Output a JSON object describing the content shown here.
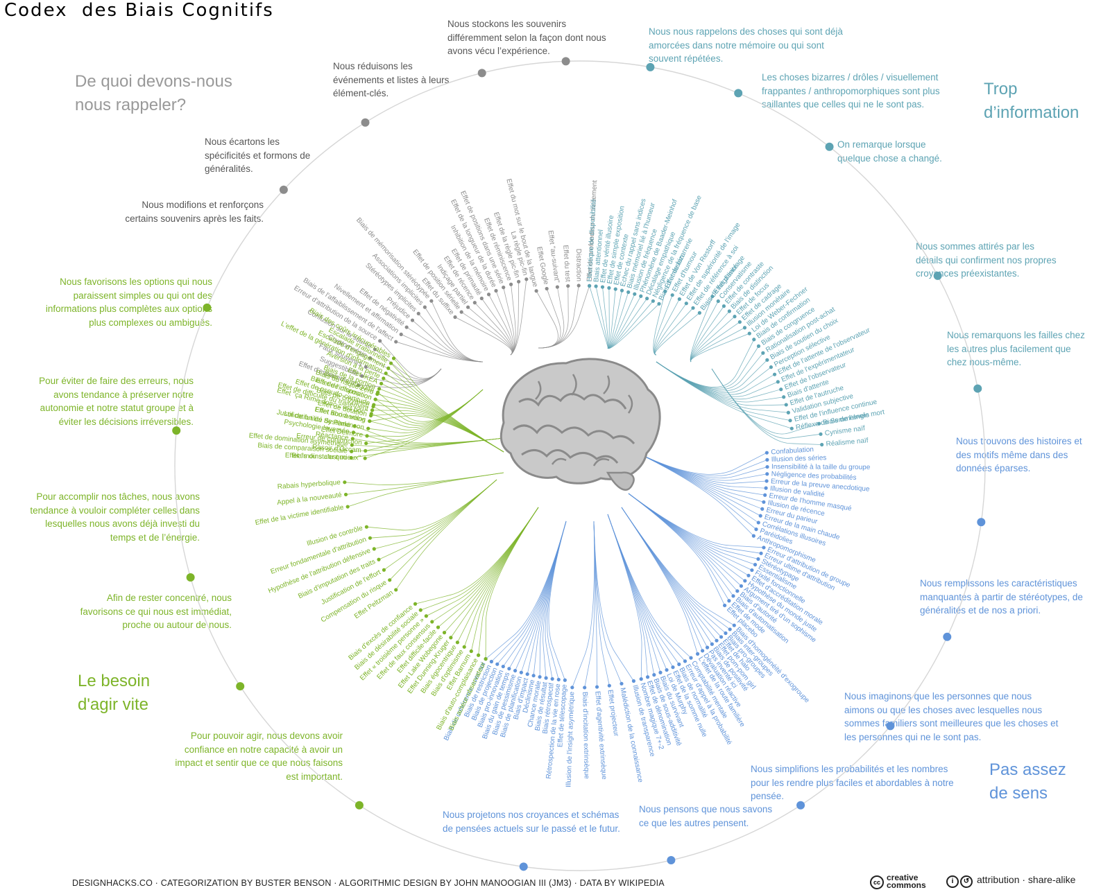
{
  "title": "Codex  des Biais Cognitifs",
  "colors": {
    "gray": "#8c8c8c",
    "teal": "#5da3b3",
    "blue": "#5f93d9",
    "green": "#7db429"
  },
  "quadrants": {
    "remember": "De quoi devons-nous nous rappeler?",
    "too_much": "Trop d’information",
    "act_fast": "Le besoin d'agir vite",
    "not_enough": "Pas assez de sens"
  },
  "categories": [
    {
      "text": "Nous stockons les souvenirs différemment selon la façon dont nous avons vécu l’expérience.",
      "color": "gray"
    },
    {
      "text": "Nous réduisons les événements et listes à leurs élément-clés.",
      "color": "gray"
    },
    {
      "text": "Nous écartons les spécificités et formons de généralités.",
      "color": "gray"
    },
    {
      "text": "Nous modifions et renforçons certains souvenirs après les faits.",
      "color": "gray"
    },
    {
      "text": "Nous nous rappelons des choses qui sont déjà amorcées dans notre mémoire ou qui sont souvent répétées.",
      "color": "teal"
    },
    {
      "text": "Les choses bizarres / drôles / visuellement frappantes / anthropomorphiques sont plus saillantes que celles qui ne le sont pas.",
      "color": "teal"
    },
    {
      "text": "On remarque lorsque quelque chose a changé.",
      "color": "teal"
    },
    {
      "text": "Nous sommes attirés par les détails qui confirment nos propres croyances préexistantes.",
      "color": "teal"
    },
    {
      "text": "Nous remarquons les failles chez les autres plus facilement que chez nous-même.",
      "color": "teal"
    },
    {
      "text": "Nous trouvons des histoires et des motifs même dans des données éparses.",
      "color": "blue"
    },
    {
      "text": "Nous remplissons les caractéristiques manquantes à partir de stéréotypes, de généralités et de nos a priori.",
      "color": "blue"
    },
    {
      "text": "Nous imaginons que les personnes que nous aimons ou que les choses avec lesquelles nous sommes familiers sont meilleures que les choses et les personnes qui ne le sont pas.",
      "color": "blue"
    },
    {
      "text": "Nous simplifions les probabilités et les nombres pour les rendre plus faciles et abordables à notre pensée.",
      "color": "blue"
    },
    {
      "text": "Nous pensons que nous savons ce que les autres pensent.",
      "color": "blue"
    },
    {
      "text": "Nous projetons nos croyances et schémas de pensées actuels sur le passé et le futur.",
      "color": "blue"
    },
    {
      "text": "Nous favorisons les options qui nous paraissent simples ou qui ont des informations plus complètes aux options plus complexes ou ambiguës.",
      "color": "green"
    },
    {
      "text": "Pour éviter de faire des erreurs, nous avons tendance à préserver notre autonomie et notre statut groupe et à éviter les décisions irréversibles.",
      "color": "green"
    },
    {
      "text": "Pour accomplir nos tâches, nous avons tendance à vouloir compléter celles dans lesquelles nous avons déjà investi du temps et de l’énergie.",
      "color": "green"
    },
    {
      "text": "Afin de rester concentré, nous favorisons ce qui nous est immédiat, proche ou autour de nous.",
      "color": "green"
    },
    {
      "text": "Pour pouvoir agir, nous devons avoir confiance en notre capacité à avoir un impact et sentir que ce que nous faisons est important.",
      "color": "green"
    }
  ],
  "bias_groups": [
    {
      "color": "gray",
      "items": [
        "Effet du mot sur le bout de la langue",
        "Effet Google",
        "Effet \"au-suivant\"",
        "Effet du test",
        "Distraction",
        "Effet de profondeur du traitement"
      ]
    },
    {
      "color": "gray",
      "items": [
        "Effet du suffixe",
        "Effet de position sérielle",
        "Indiçage partiel",
        "Effet de récence",
        "Effet de primauté",
        "Inhibition de la mémoire",
        "Effet de la longueur de la durée",
        "Effet de positions dans une série",
        "Effet de réminiscence",
        "Effet de la règle pic-fin",
        "La règle pic-fin"
      ]
    },
    {
      "color": "gray",
      "items": [
        "Biais de l'affaiblissement de l'affect",
        "Nivellement et affirmation",
        "Effet de négativité",
        "Préjudice",
        "Stéréotypes implicites",
        "Associations implicites",
        "Biais de mémorisation stéréotypée"
      ]
    },
    {
      "color": "gray",
      "items": [
        "Effet d'espacement",
        "Suggestibilité",
        "Faux souvenirs",
        "Cryptomnésie",
        "Confusion sur la source",
        "Erreur d'attribution de la source"
      ]
    },
    {
      "color": "teal",
      "items": [
        "Heuristique de disponibilité",
        "Biais attentionnel",
        "Effet de vérité illusoire",
        "Effet de simple exposition",
        "Effet de contexte",
        "Échec du rappel sans indices",
        "Biais mémoriel lié à l'humeur",
        "Illusion de fréquence",
        "Phénomène de Baader-Meinhof",
        "Décalage empathique",
        "Négligence de la fréquence de base",
        "Biais d'omission"
      ]
    },
    {
      "color": "teal",
      "items": [
        "Effet de bizarrerie",
        "Effet d'humour",
        "Effet de Von Restorff",
        "Effet de supériorité de l'image",
        "Effet de référence à soi",
        "Biais de négativité"
      ]
    },
    {
      "color": "teal",
      "items": [
        "Effet d'ancrage",
        "Conservatisme",
        "Effet de contraste",
        "Biais de distinction",
        "Effet de focus",
        "Effet de cadrage",
        "Illusion monétaire",
        "Loi de Weber-Fechner"
      ]
    },
    {
      "color": "teal",
      "items": [
        "Biais de confirmation",
        "Biais de congruence",
        "Rationalisation post-achat",
        "Biais de soutien du choix",
        "Perception sélective",
        "Effet de l'attente de l'observateur",
        "Effet de l'expérimentateur",
        "Effet de l'observateur",
        "Biais d'attente",
        "Effet de l'autruche",
        "Validation subjective",
        "Effet de l'influence continue",
        "Réflexe de Semmelweis"
      ]
    },
    {
      "color": "teal",
      "items": [
        "Biais de l'angle mort",
        "Cynisme naïf",
        "Réalisme naïf"
      ]
    },
    {
      "color": "blue",
      "items": [
        "Confabulation",
        "Illusion des séries",
        "Insensibilité à la taille du groupe",
        "Négligence des probabilités",
        "Erreur de la preuve anecdotique",
        "Illusion de validité",
        "Erreur de l'homme masqué",
        "Illusion de récence",
        "Erreur du parieur",
        "Erreur de la main chaude",
        "Corrélations illusoires",
        "Paréidolies",
        "Anthropomorphisme"
      ]
    },
    {
      "color": "blue",
      "items": [
        "Erreur d'attribution de groupe",
        "Erreur ultime d'attribution",
        "Stéréotypage",
        "Essentialisme",
        "Fixité fonctionnelle",
        "Effet d'accréditation morale",
        "Hypothèse du monde juste",
        "Argument tiré d'un sophisme",
        "Biais d'autorité",
        "Biais d'automatisation",
        "Effet de mode",
        "Effet placebo"
      ]
    },
    {
      "color": "blue",
      "items": [
        "Biais d'homogénéité d'exogroupe",
        "Biais inter-groupes",
        "Biais pro-groupes",
        "Effet de halo",
        "Effet pom-pom girl",
        "Biais de positivité",
        "Pas inventé ici",
        "Dévaluation réactive",
        "L'effet de la route familière"
      ]
    },
    {
      "color": "blue",
      "items": [
        "Comptabilité mentale",
        "Erreur d'appel à la probabilité",
        "Biais de normalité",
        "Effet de la somme nulle",
        "Loi de Murphy",
        "Biais du survivant",
        "Biais de sous-additivité",
        "Effet de dénomination",
        "Nombre magique 7+-2"
      ]
    },
    {
      "color": "blue",
      "items": [
        "Illusion de transparence",
        "Malédiction de la connaissance",
        "Effet projecteur",
        "Effet d'agentivité extrinsèque",
        "Biais d'incitation extrinsèque",
        "Illusion de l'insight asymétrique"
      ]
    },
    {
      "color": "blue",
      "items": [
        "Effet de télescopage",
        "Rétrospection de la vie en rose",
        "Biais rétrospectif",
        "Biais de résultat",
        "Chance morale",
        "Déclinisme",
        "Biais d'impact",
        "Biais de planification",
        "Biais de pessimisme",
        "Biais du gain de temps",
        "Biais pro-innovation",
        "Biais de projection",
        "Biais de restriction",
        "Biais de cohérence avec soi"
      ]
    },
    {
      "color": "green",
      "items": [
        "Effet \"moins c'est mieux\"",
        "Rasoir d'Occam",
        "Erreur de conjonction",
        "Effet Delmore",
        "Loi de futilité de Parkinson",
        "Effet abri à vélos",
        "Effet \"ça Rime donc c'est bon\"",
        "Biais de croyance",
        "Biais de l'information",
        "Biais d'ambiguïté"
      ]
    },
    {
      "color": "green",
      "items": [
        "Biais du statu quo",
        "Biais de comparaison sociale",
        "Effet de domination asymétrique",
        "Réactance",
        "Psychologie Inversée",
        "Justification du Système"
      ]
    },
    {
      "color": "green",
      "items": [
        "Effet Boomerang",
        "Effet de dotation",
        "Effet de difficulté du traitement",
        "Effet de pseudo-certitude",
        "Effet de disposition",
        "Biais du risque zéro",
        "Biais de la portion",
        "Effet IKEA",
        "Aversion à la perte",
        "L'effet de la génération d'information",
        "Escalade d'engagement",
        "Escalade irrationnelle",
        "Biais des coûts irrécupérables"
      ]
    },
    {
      "color": "green",
      "items": [
        "Effet de la victime identifiable",
        "Appel à la nouveauté",
        "Rabais hyperbolique"
      ]
    },
    {
      "color": "green",
      "items": [
        "Effet Peltzman",
        "Compensation du risque",
        "Justification de l'effort",
        "Biais d'imputation des traits",
        "Hypothèse de l'attribution défensive",
        "Erreur fondamentale d'attribution",
        "Illusion de contrôle"
      ]
    },
    {
      "color": "green",
      "items": [
        "Biais acteur-observateur",
        "Biais d'auto-complaisance",
        "Effet Barnum",
        "Biais d'optimisme",
        "Biais égocentrique",
        "Effet Dunning-Kruger",
        "Effet Lake Wobegone",
        "Effet difficile-facile",
        "Effet de faux consensus",
        "Effet « troisième personne »",
        "Biais de désirabilité sociale",
        "Biais d'excès de confiance"
      ]
    }
  ],
  "footer": "DESIGNHACKS.CO · CATEGORIZATION BY BUSTER BENSON · ALGORITHMIC DESIGN BY JOHN MANOOGIAN III (JM3) · DATA BY WIKIPEDIA",
  "license": {
    "cc_top": "creative",
    "cc_bottom": "commons",
    "text": "attribution · share-alike"
  }
}
